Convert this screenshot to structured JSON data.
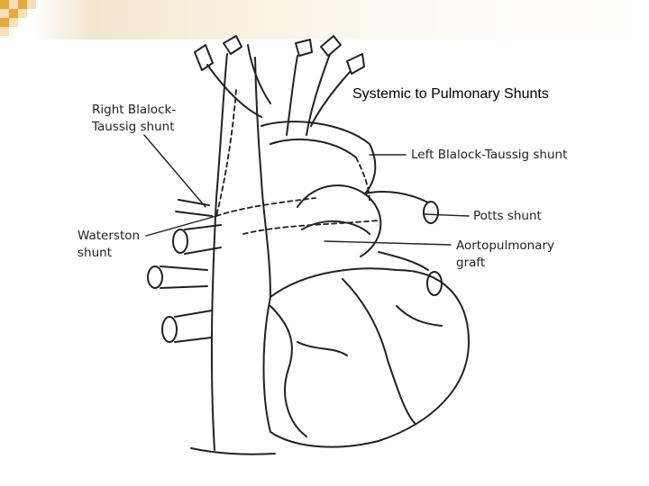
{
  "slide": {
    "title": "Systemic to Pulmonary Shunts",
    "colors": {
      "band": "#f3e6cf",
      "checker_orange": "#e7a93b",
      "checker_light": "#f7dfb2",
      "ink": "#222222"
    }
  },
  "diagram": {
    "labels": {
      "right_bt_line1": "Right Blalock-",
      "right_bt_line2": "Taussig shunt",
      "left_bt": "Left Blalock-Taussig shunt",
      "waterston_line1": "Waterston",
      "waterston_line2": "shunt",
      "potts": "Potts shunt",
      "aortopulmonary_line1": "Aortopulmonary",
      "aortopulmonary_line2": "graft"
    }
  }
}
